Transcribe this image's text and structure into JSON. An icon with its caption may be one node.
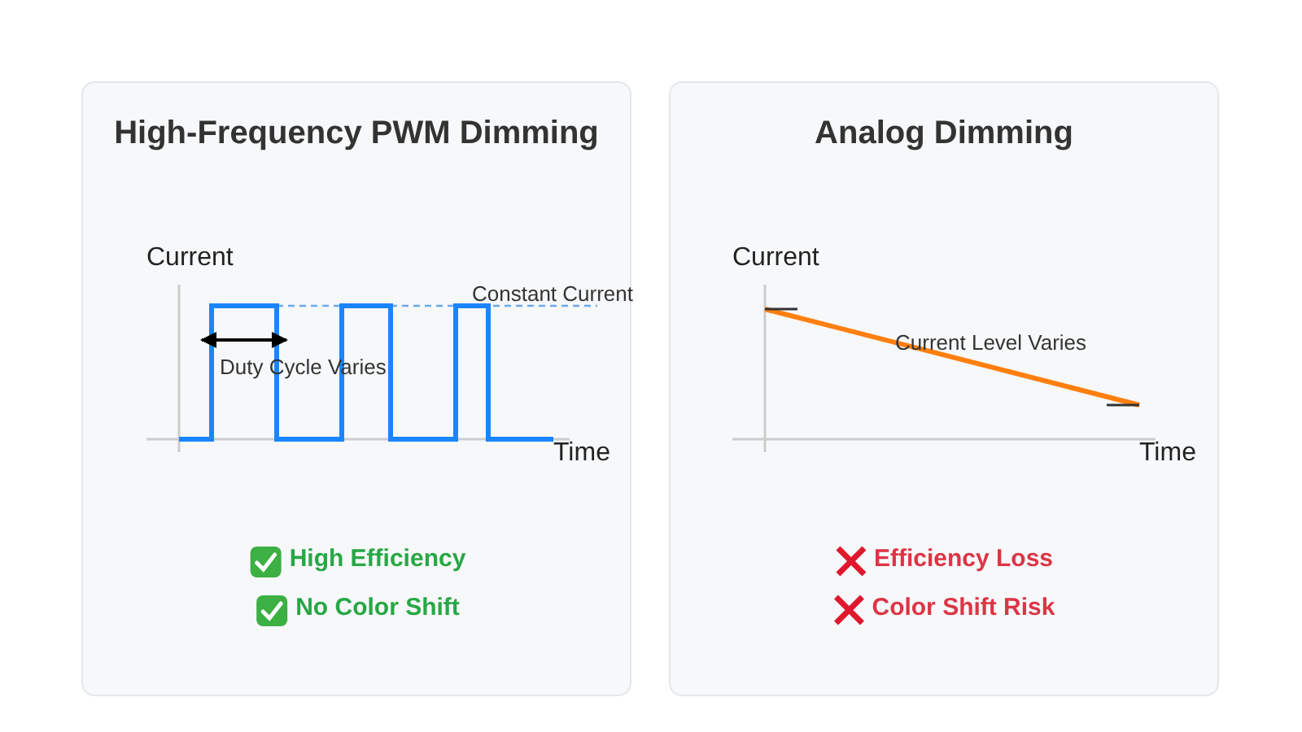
{
  "diagram": {
    "nodes": [
      {
        "text": [
          "High-Frequency PWM Dimming"
        ]
      },
      {
        "text": [
          "Analog Dimming"
        ]
      }
    ],
    "labels": [
      "Current",
      "Time",
      "Constant Current",
      "Duty Cycle Varies",
      "High Efficiency",
      "No Color Shift",
      "Current",
      "Time",
      "Current Level Varies",
      "Efficiency Loss",
      "Color Shift Risk"
    ]
  }
}
